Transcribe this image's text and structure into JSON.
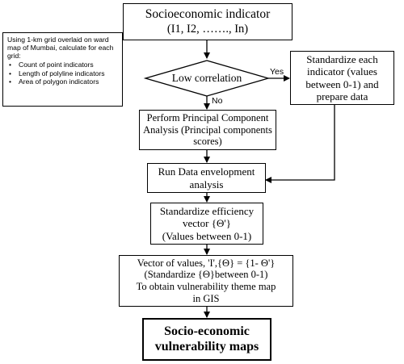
{
  "flowchart": {
    "title_box": {
      "line1": "Socioeconomic indicator",
      "line2": "(I1, I2, ……., In)"
    },
    "note": {
      "intro": "Using 1-km grid overlaid on ward map of Mumbai, calculate for each grid:",
      "bullets": [
        "Count of point indicators",
        "Length of polyline indicators",
        "Area of polygon indicators"
      ]
    },
    "decision": {
      "label": "Low correlation"
    },
    "branch_yes": "Yes",
    "branch_no": "No",
    "standardize_box": {
      "lines": [
        "Standardize each",
        "indicator (values",
        "between 0-1) and",
        "prepare data"
      ]
    },
    "pca_box": {
      "lines": [
        "Perform Principal Component",
        "Analysis (Principal components",
        "scores)"
      ]
    },
    "dea_box": {
      "lines": [
        "Run Data envelopment",
        "analysis"
      ]
    },
    "efficiency_box": {
      "lines": [
        "Standardize efficiency",
        "vector {Θ'}",
        "(Values between 0-1)"
      ]
    },
    "vector_box": {
      "lines": [
        "Vector of values, 'I',{Θ} = {1- Θ'}",
        "(Standardize {Θ}between 0-1)",
        "To obtain vulnerability theme map",
        "in GIS"
      ]
    },
    "final_box": {
      "lines": [
        "Socio-economic",
        "vulnerability maps"
      ]
    }
  }
}
